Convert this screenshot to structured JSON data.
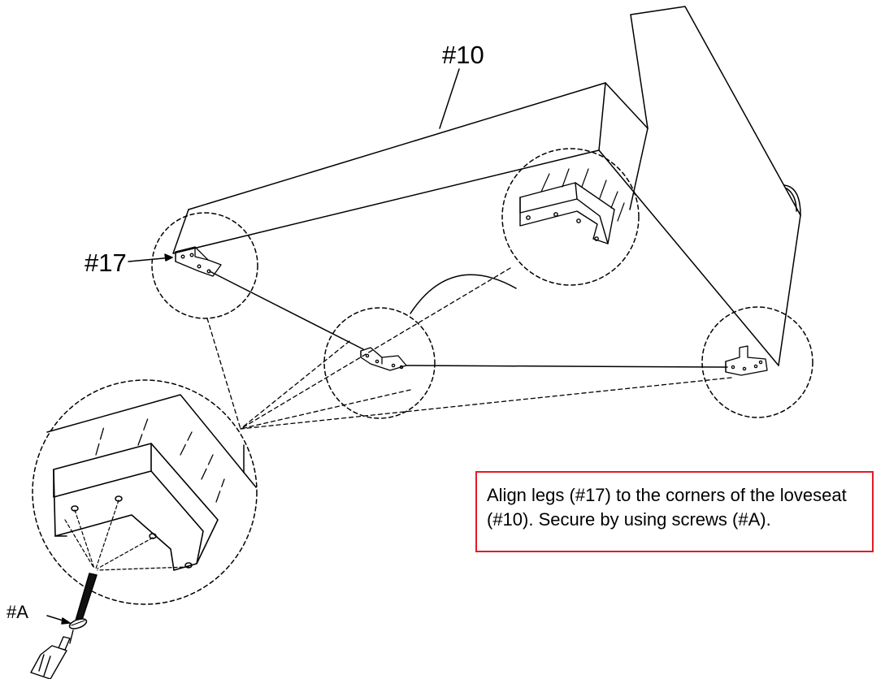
{
  "labels": {
    "loveseat": "#10",
    "leg": "#17",
    "screw": "#A"
  },
  "instruction": {
    "text": "Align legs (#17) to the corners of the loveseat (#10). Secure by using screws (#A)."
  },
  "colors": {
    "line": "#000000",
    "note_border": "#e31b23"
  },
  "icons": [
    "screwdriver-icon",
    "screw-icon",
    "leg-bracket-icon"
  ]
}
